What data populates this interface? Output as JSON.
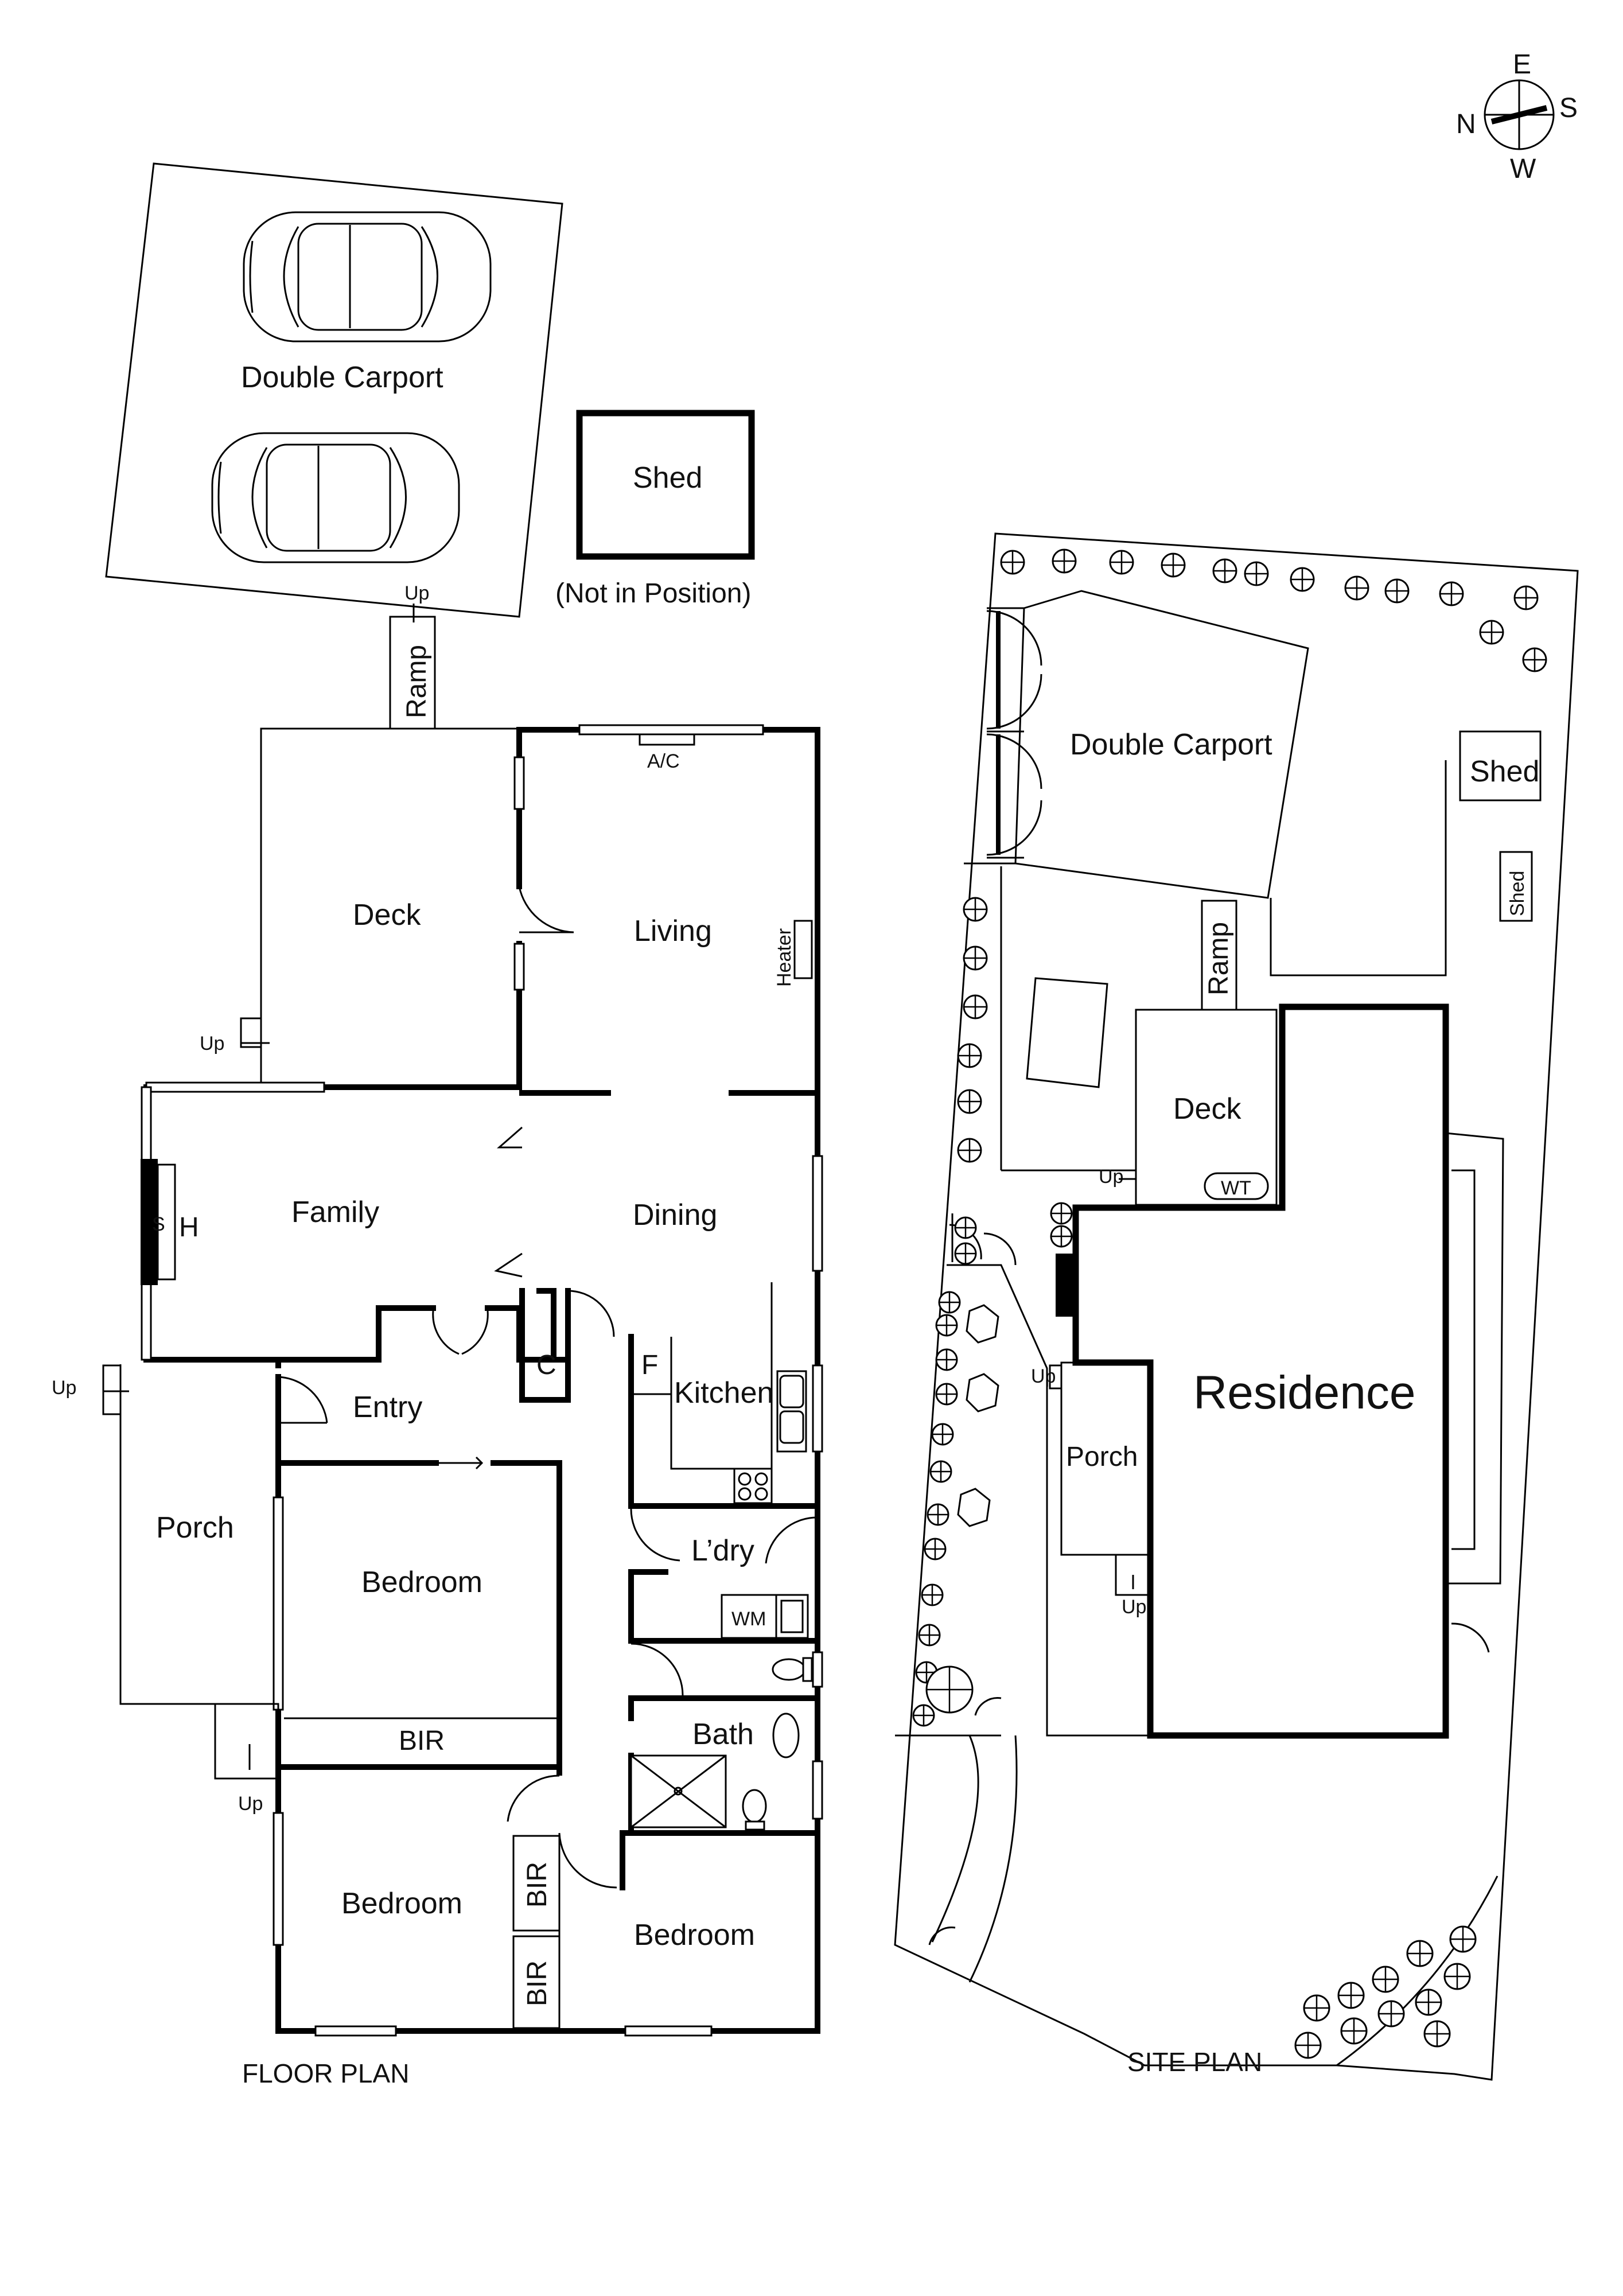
{
  "compass": {
    "n": "N",
    "e": "E",
    "s": "S",
    "w": "W"
  },
  "floor_plan": {
    "caption": "FLOOR PLAN",
    "rooms": {
      "double_carport": "Double Carport",
      "shed": "Shed",
      "shed_note": "(Not in Position)",
      "ramp": "Ramp",
      "deck": "Deck",
      "living": "Living",
      "ac": "A/C",
      "heater": "Heater",
      "family": "Family",
      "dining": "Dining",
      "entry": "Entry",
      "kitchen": "Kitchen",
      "porch": "Porch",
      "bedroom_1": "Bedroom",
      "bir_1": "BIR",
      "laundry": "L’dry",
      "wm": "WM",
      "bath": "Bath",
      "bedroom_2": "Bedroom",
      "bir_2": "BIR",
      "bir_3": "BIR",
      "bedroom_3": "Bedroom",
      "cupboard": "C",
      "fridge": "F",
      "heater_h": "H",
      "heater_s": "S"
    },
    "up_labels": [
      "Up",
      "Up",
      "Up",
      "Up"
    ]
  },
  "site_plan": {
    "caption": "SITE PLAN",
    "labels": {
      "double_carport": "Double Carport",
      "shed": "Shed",
      "shed_small": "Shed",
      "ramp": "Ramp",
      "deck": "Deck",
      "wt": "WT",
      "residence": "Residence",
      "porch": "Porch"
    },
    "up_labels": [
      "Up",
      "Up",
      "Up"
    ]
  }
}
